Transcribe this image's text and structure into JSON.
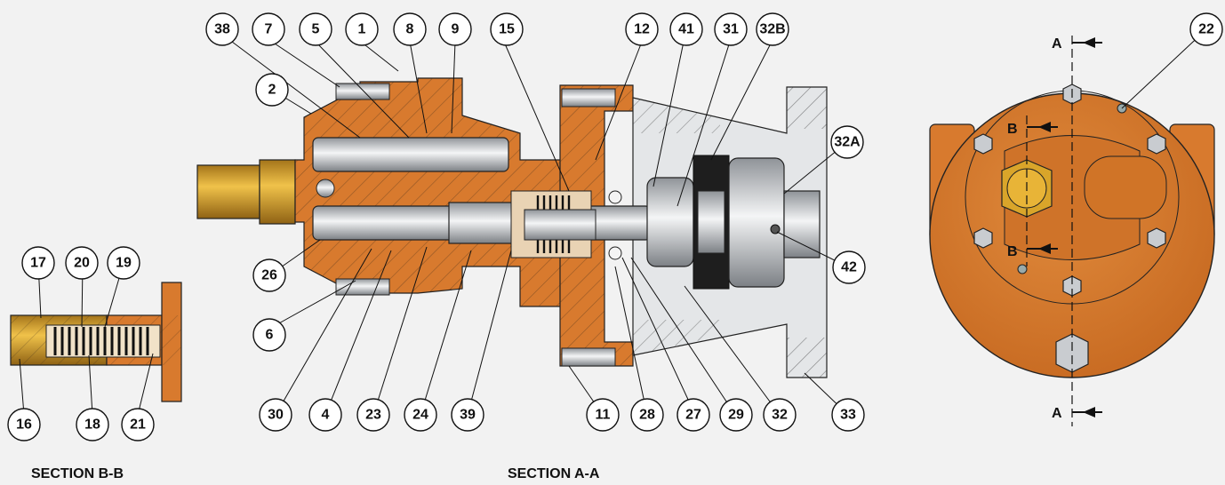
{
  "section_labels": {
    "section_bb": "SECTION B-B",
    "section_aa": "SECTION A-A"
  },
  "cut_labels": {
    "a_top": "A",
    "a_bottom": "A",
    "b_top": "B",
    "b_bottom": "B"
  },
  "callouts": {
    "c38": "38",
    "c7": "7",
    "c5": "5",
    "c1": "1",
    "c8": "8",
    "c9": "9",
    "c15": "15",
    "c12": "12",
    "c41": "41",
    "c31": "31",
    "c32b": "32B",
    "c2": "2",
    "c32a": "32A",
    "c26": "26",
    "c42": "42",
    "c6": "6",
    "c30": "30",
    "c4": "4",
    "c23": "23",
    "c24": "24",
    "c39": "39",
    "c11": "11",
    "c28": "28",
    "c27": "27",
    "c29": "29",
    "c32": "32",
    "c33": "33",
    "c17": "17",
    "c20": "20",
    "c19": "19",
    "c16": "16",
    "c18": "18",
    "c21": "21",
    "c22": "22"
  },
  "colors": {
    "background": "#f2f2f2",
    "housing_copper": "#d87a2e",
    "steel": "#c9ccd0",
    "brass": "#d9a52a"
  }
}
